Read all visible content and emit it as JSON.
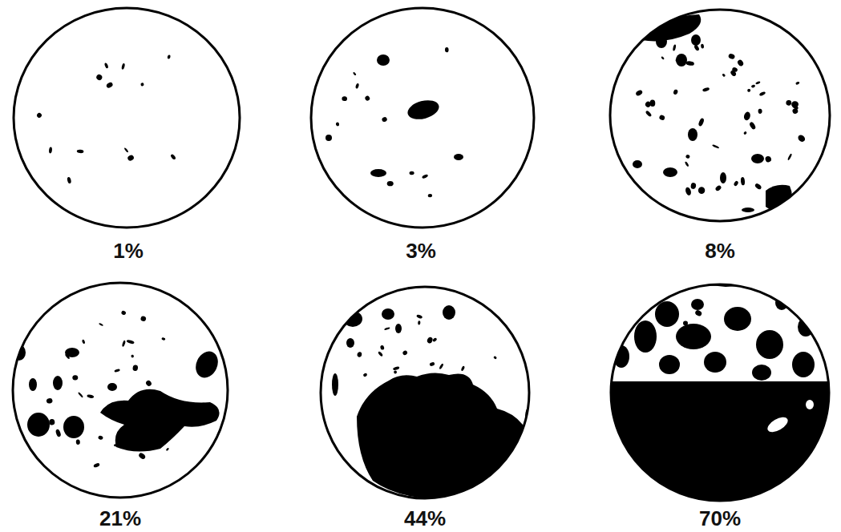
{
  "diagram": {
    "labels": [
      "1%",
      "3%",
      "8%",
      "21%",
      "44%",
      "70%"
    ]
  }
}
